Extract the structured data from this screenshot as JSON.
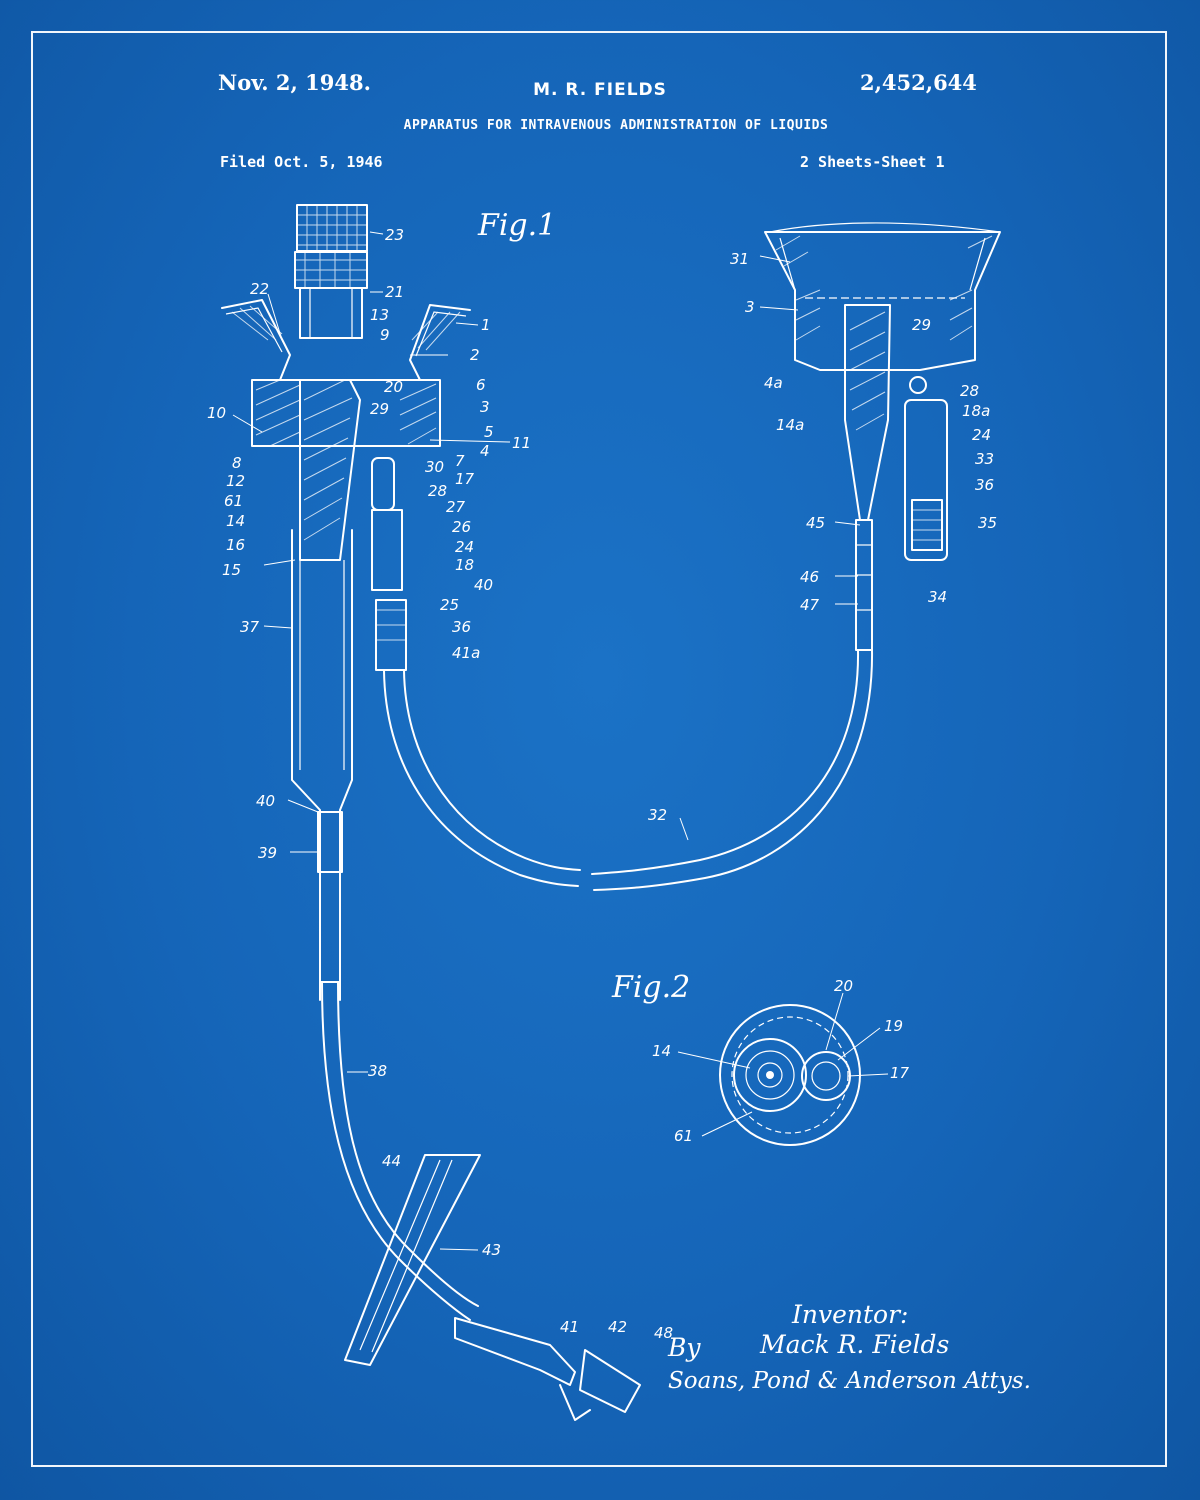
{
  "header": {
    "date": "Nov. 2, 1948.",
    "inventor_name": "M. R. FIELDS",
    "patent_number": "2,452,644",
    "title": "APPARATUS FOR INTRAVENOUS ADMINISTRATION OF LIQUIDS",
    "filed": "Filed Oct. 5, 1946",
    "sheets": "2 Sheets-Sheet 1"
  },
  "figures": {
    "fig1_label": "Fig.1",
    "fig2_label": "Fig.2"
  },
  "signature": {
    "inventor_heading": "Inventor:",
    "inventor": "Mack R. Fields",
    "by": "By",
    "attorneys": "Soans, Pond & Anderson Attys."
  },
  "reference_numerals": {
    "fig1_left": [
      "23",
      "21",
      "22",
      "13",
      "9",
      "1",
      "2",
      "20",
      "6",
      "10",
      "29",
      "3",
      "5",
      "11",
      "8",
      "4",
      "12",
      "30",
      "7",
      "61",
      "17",
      "14",
      "28",
      "27",
      "16",
      "26",
      "24",
      "15",
      "18",
      "40",
      "25",
      "36",
      "41a",
      "37",
      "40",
      "39",
      "38",
      "44",
      "43",
      "41",
      "42",
      "48"
    ],
    "fig1_right": [
      "31",
      "3",
      "29",
      "4a",
      "28",
      "18a",
      "14a",
      "24",
      "33",
      "36",
      "35",
      "45",
      "46",
      "47",
      "34",
      "32"
    ],
    "fig2": [
      "20",
      "19",
      "14",
      "17",
      "61"
    ]
  }
}
